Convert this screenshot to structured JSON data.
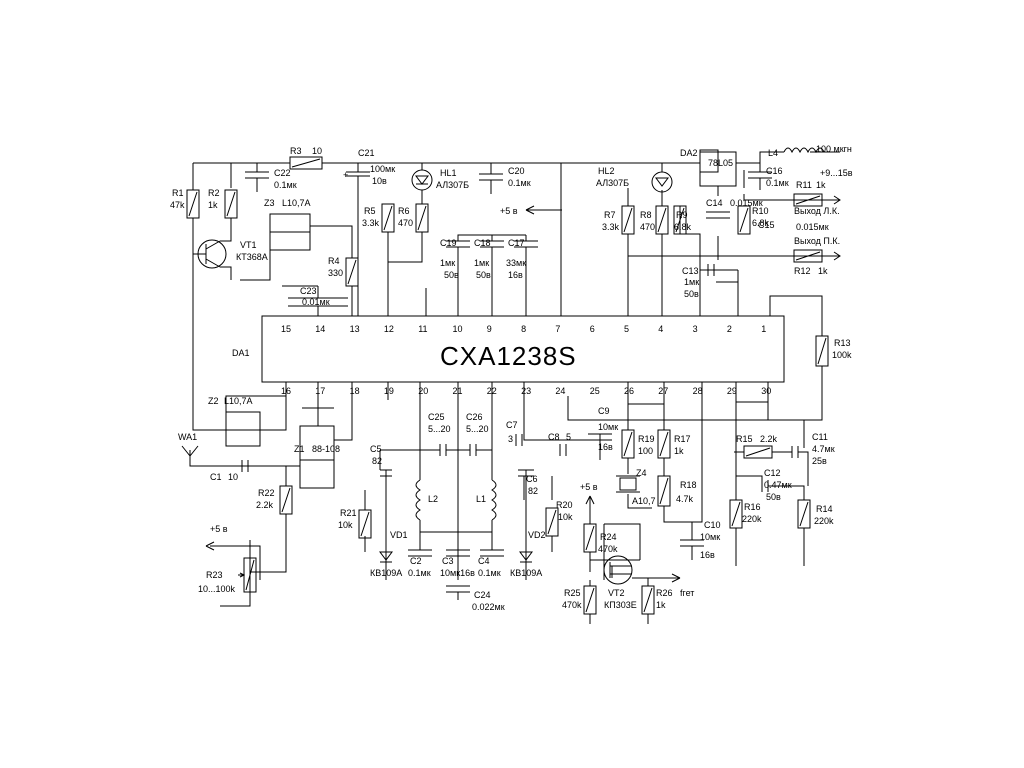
{
  "ic": {
    "name": "CXA1238S",
    "ref": "DA1"
  },
  "pins_top": [
    "15",
    "14",
    "13",
    "12",
    "11",
    "10",
    "9",
    "8",
    "7",
    "6",
    "5",
    "4",
    "3",
    "2",
    "1"
  ],
  "pins_bottom": [
    "16",
    "17",
    "18",
    "19",
    "20",
    "21",
    "22",
    "23",
    "24",
    "25",
    "26",
    "27",
    "28",
    "29",
    "30"
  ],
  "labels": {
    "r3": "R3",
    "r3v": "10",
    "c21": "C21",
    "c21v": "100мк",
    "c21u": "10в",
    "hl1": "HL1",
    "hl1v": "АЛ307Б",
    "c20": "C20",
    "c20v": "0.1мк",
    "c22": "C22",
    "c22v": "0.1мк",
    "r1": "R1",
    "r1v": "47k",
    "r2": "R2",
    "r2v": "1k",
    "z3": "Z3",
    "z3v": "L10,7A",
    "vt1": "VT1",
    "vt1v": "КТ368А",
    "r5": "R5",
    "r5v": "3.3k",
    "r6": "R6",
    "r6v": "470",
    "plus5a": "+5 в",
    "c19": "C19",
    "c19v": "1мк",
    "c19u": "50в",
    "c18": "C18",
    "c18v": "1мк",
    "c18u": "50в",
    "c17": "C17",
    "c17v": "33мк",
    "c17u": "16в",
    "r4": "R4",
    "r4v": "330",
    "c23": "C23",
    "c23v": "0.01мк",
    "da2": "DA2",
    "da2v": "78L05",
    "l4": "L4",
    "l4v": "100 мкгн",
    "hl2": "HL2",
    "hl2v": "АЛ307Б",
    "c16": "C16",
    "c16v": "0.1мк",
    "r11": "R11",
    "r11v": "1k",
    "supply": "+9...15в",
    "c14": "C14",
    "c14v": "0.015мк",
    "c15": "C15",
    "c15v": "0.015мк",
    "out_l": "Выход Л.К.",
    "out_r": "Выход П.К.",
    "r7": "R7",
    "r7v": "3.3k",
    "r8": "R8",
    "r8v": "470",
    "r9": "R9",
    "r9v": "6.8k",
    "r10": "R10",
    "r10v": "6.8k",
    "r12": "R12",
    "r12v": "1k",
    "c13": "C13",
    "c13v": "1мк",
    "c13u": "50в",
    "r13": "R13",
    "r13v": "100k",
    "z2": "Z2",
    "z2v": "L10,7A",
    "wa1": "WA1",
    "c1": "C1",
    "c1v": "10",
    "z1": "Z1",
    "z1v": "88-108",
    "r22": "R22",
    "r22v": "2.2k",
    "plus5b": "+5 в",
    "r23": "R23",
    "r23v": "10...100k",
    "c5": "C5",
    "c5v": "82",
    "c25": "C25",
    "c25v": "5...20",
    "c26": "C26",
    "c26v": "5...20",
    "c7": "C7",
    "c7v": "3",
    "c8": "C8",
    "c8v": "5",
    "c9": "C9",
    "c9v": "10мк",
    "c9u": "16в",
    "c6": "C6",
    "c6v": "82",
    "l2": "L2",
    "l1": "L1",
    "r21": "R21",
    "r21v": "10k",
    "vd1": "VD1",
    "vd1v": "КВ109А",
    "c2": "C2",
    "c2v": "0.1мк",
    "c3": "C3",
    "c3v": "10мк16в",
    "c4": "C4",
    "c4v": "0.1мк",
    "vd2": "VD2",
    "vd2v": "КВ109А",
    "r20": "R20",
    "r20v": "10k",
    "c24": "C24",
    "c24v": "0.022мк",
    "r19": "R19",
    "r19v": "100",
    "r17": "R17",
    "r17v": "1k",
    "z4": "Z4",
    "z4v": "А10,7",
    "r18": "R18",
    "r18v": "4.7k",
    "c10": "C10",
    "c10v": "10мк",
    "c10u": "16в",
    "plus5c": "+5 в",
    "r24": "R24",
    "r24v": "470k",
    "r25": "R25",
    "r25v": "470k",
    "vt2": "VT2",
    "vt2v": "КП303Е",
    "r26": "R26",
    "r26v": "1k",
    "fget": "fгет",
    "r15": "R15",
    "r15v": "2.2k",
    "c11": "C11",
    "c11v": "4.7мк",
    "c11u": "25в",
    "c12": "C12",
    "c12v": "0.47мк",
    "c12u": "50в",
    "r16": "R16",
    "r16v": "220k",
    "r14": "R14",
    "r14v": "220k"
  }
}
